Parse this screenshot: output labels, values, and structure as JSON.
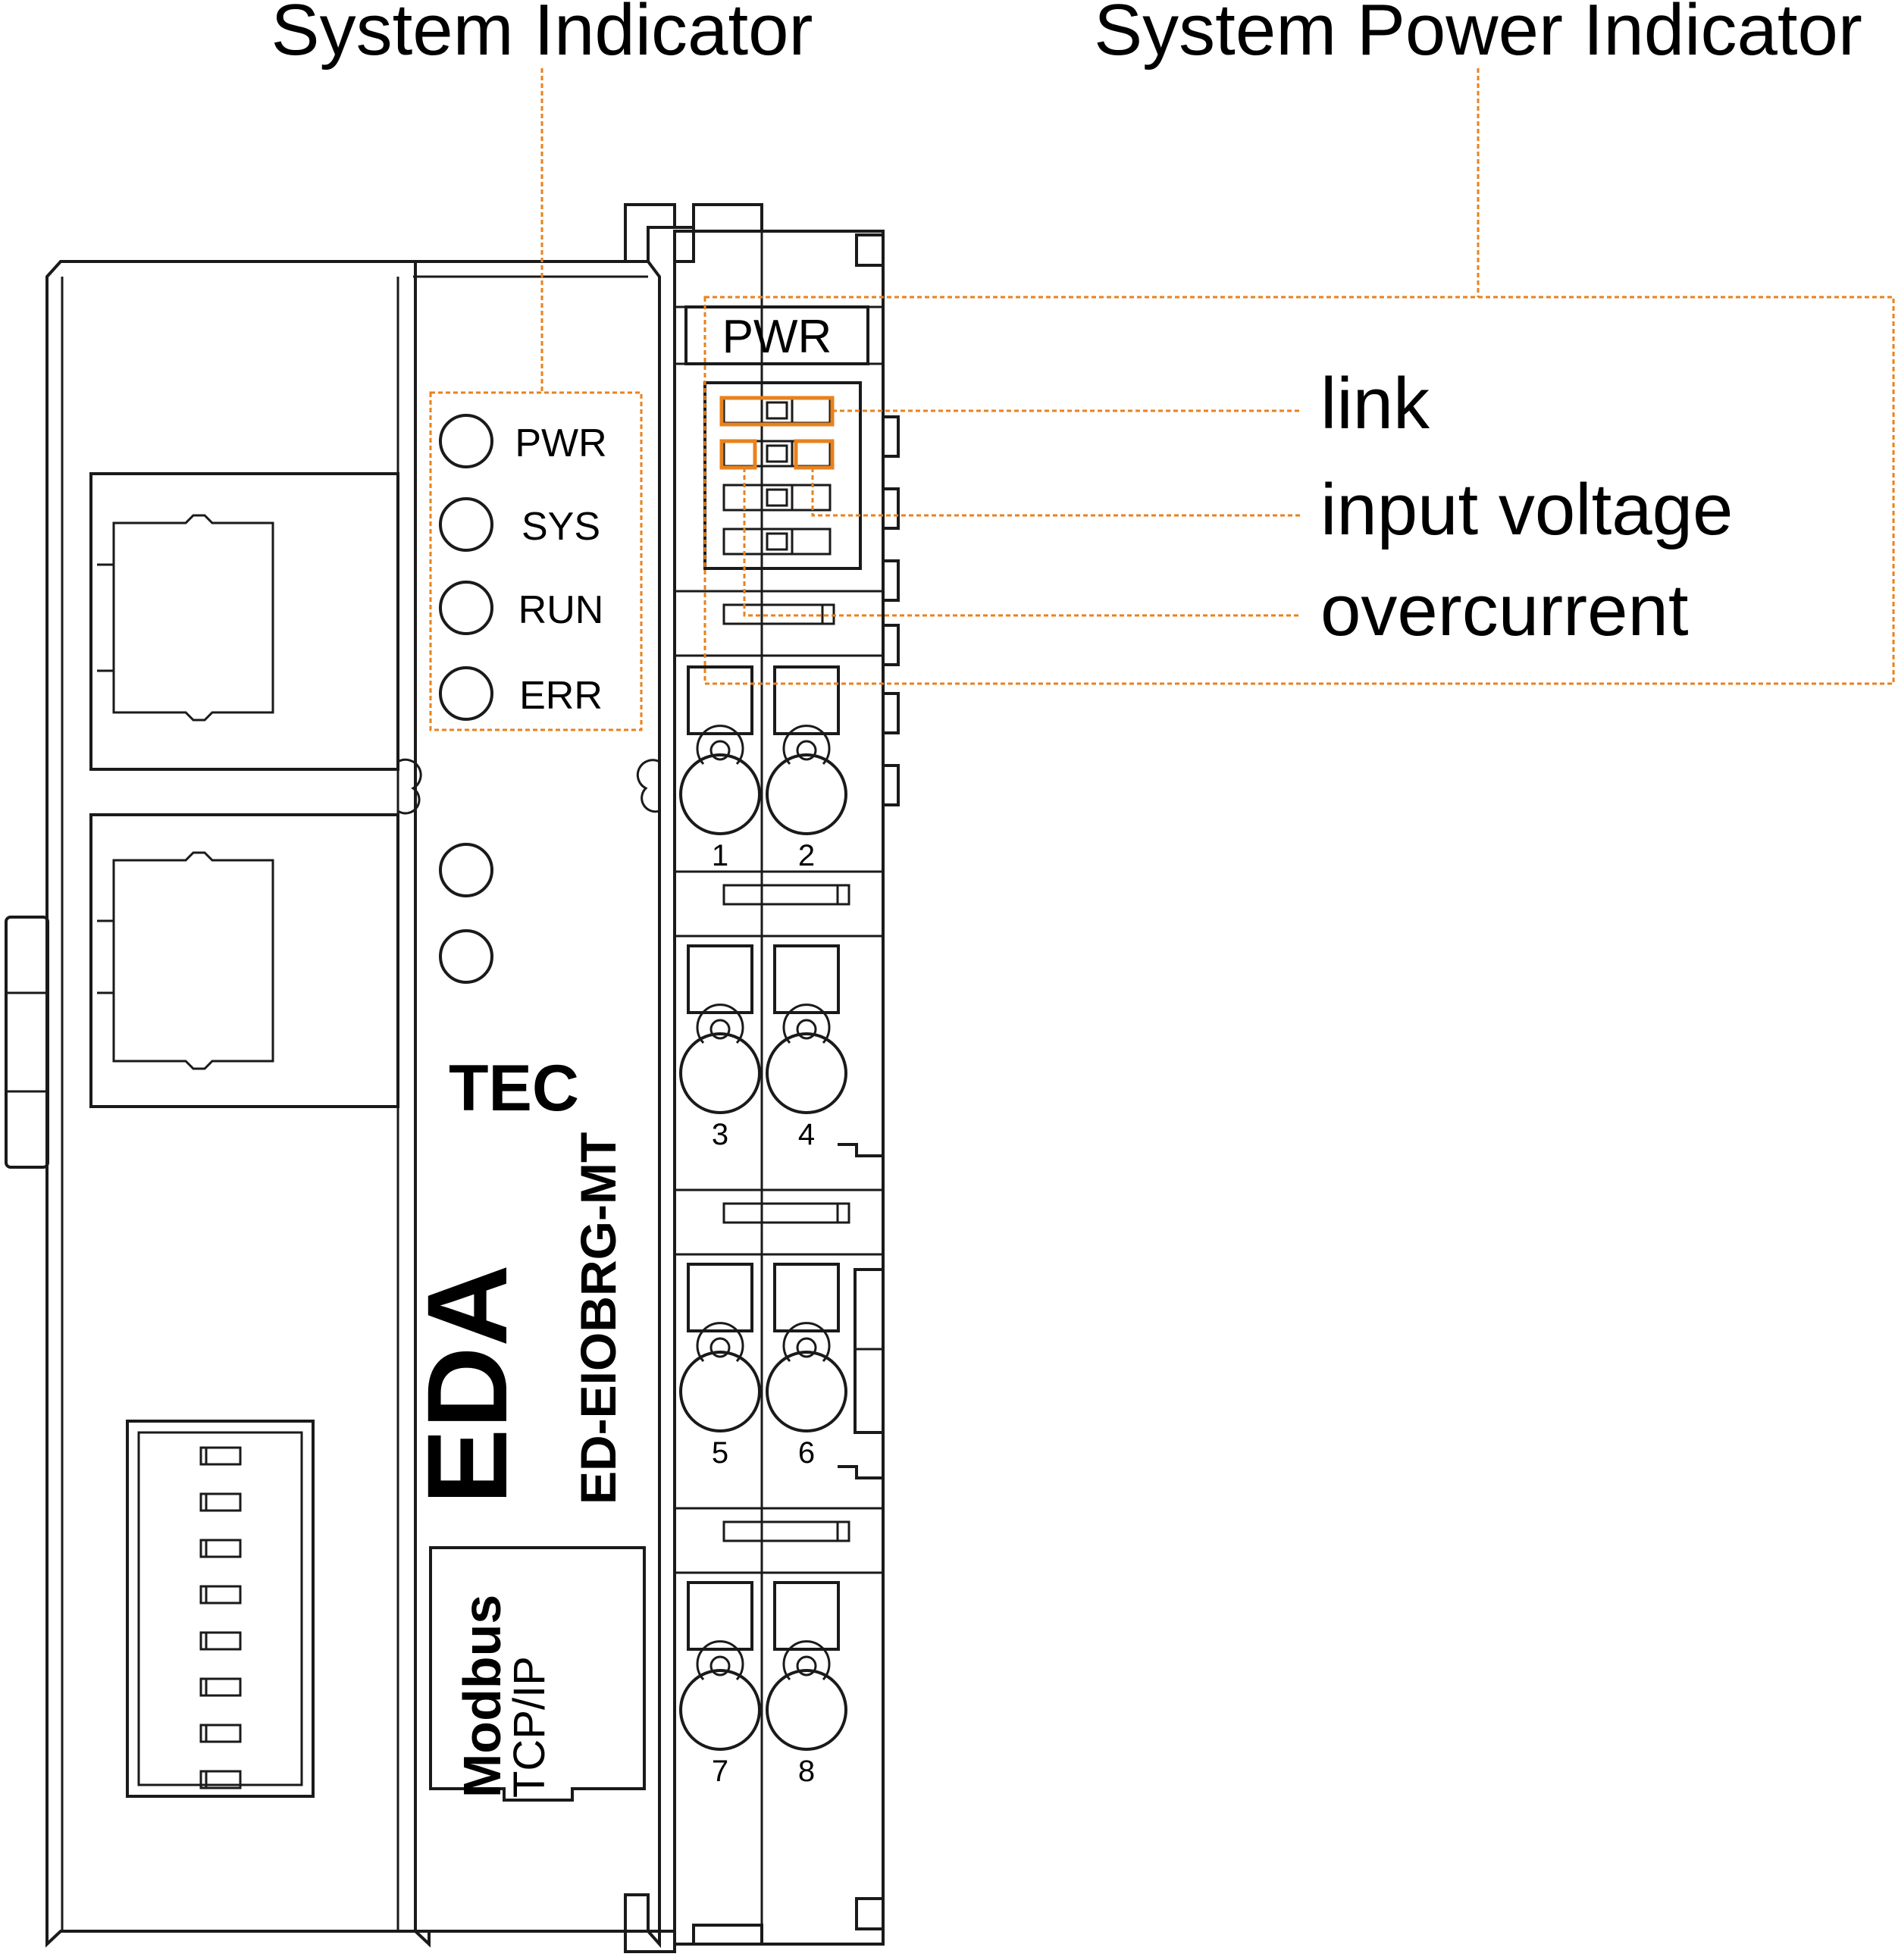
{
  "labels": {
    "system_indicator": "System Indicator",
    "system_power_indicator": "System Power Indicator",
    "link": "link",
    "input_voltage": "input voltage",
    "overcurrent": "overcurrent"
  },
  "leds": [
    "PWR",
    "SYS",
    "RUN",
    "ERR"
  ],
  "pwr_module_label": "PWR",
  "brand": {
    "logo_text": "EDA",
    "logo_sup": "TEC",
    "model": "ED-EIOBRG-MT"
  },
  "protocol": {
    "line1": "Modbus",
    "line2": "TCP/IP"
  },
  "terminals": [
    "1",
    "2",
    "3",
    "4",
    "5",
    "6",
    "7",
    "8"
  ],
  "colors": {
    "callout": "#e8821e",
    "line": "#1a1a1a"
  }
}
